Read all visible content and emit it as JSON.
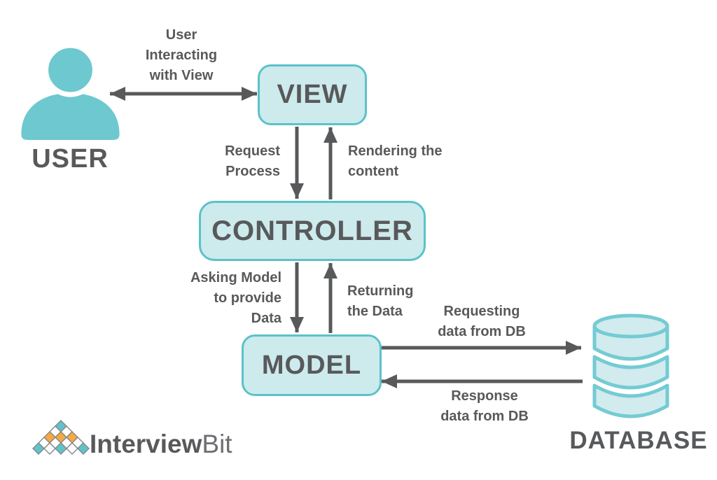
{
  "colors": {
    "box_fill": "#cdeaed",
    "box_border": "#5bc2c9",
    "text_dark": "#58595b",
    "arrow": "#58595b",
    "person_teal": "#6ec8cf",
    "db_fill": "#d2ebee",
    "db_stroke": "#74cbd3",
    "logo_teal": "#5fc4ca",
    "logo_orange": "#f7a941",
    "logo_diamond_border": "#85878a",
    "logo_text_primary": "#58595b",
    "logo_text_secondary": "#6d6e71"
  },
  "nodes": {
    "user": {
      "label": "USER"
    },
    "view": {
      "label": "VIEW"
    },
    "controller": {
      "label": "CONTROLLER"
    },
    "model": {
      "label": "MODEL"
    },
    "database": {
      "label": "DATABASE"
    }
  },
  "edges": {
    "user_view": {
      "from": "USER",
      "to": "VIEW",
      "direction": "bidirectional",
      "label": "User\nInteracting\nwith View"
    },
    "view_to_controller": {
      "from": "VIEW",
      "to": "CONTROLLER",
      "direction": "down",
      "label": "Request\nProcess"
    },
    "controller_to_view": {
      "from": "CONTROLLER",
      "to": "VIEW",
      "direction": "up",
      "label": "Rendering the\ncontent"
    },
    "controller_to_model": {
      "from": "CONTROLLER",
      "to": "MODEL",
      "direction": "down",
      "label": "Asking Model\nto provide\nData"
    },
    "model_to_controller": {
      "from": "MODEL",
      "to": "CONTROLLER",
      "direction": "up",
      "label": "Returning\nthe Data"
    },
    "model_to_database": {
      "from": "MODEL",
      "to": "DATABASE",
      "direction": "right",
      "label": "Requesting\ndata from DB"
    },
    "database_to_model": {
      "from": "DATABASE",
      "to": "MODEL",
      "direction": "left",
      "label": "Response\ndata from DB"
    }
  },
  "logo": {
    "text_primary": "Interview",
    "text_secondary": "Bit",
    "pyramid_rows": [
      [
        "teal"
      ],
      [
        "white",
        "white"
      ],
      [
        "orange",
        "orange",
        "orange"
      ],
      [
        "white",
        "white",
        "white",
        "white"
      ],
      [
        "teal",
        "white",
        "teal",
        "white",
        "teal"
      ]
    ]
  }
}
